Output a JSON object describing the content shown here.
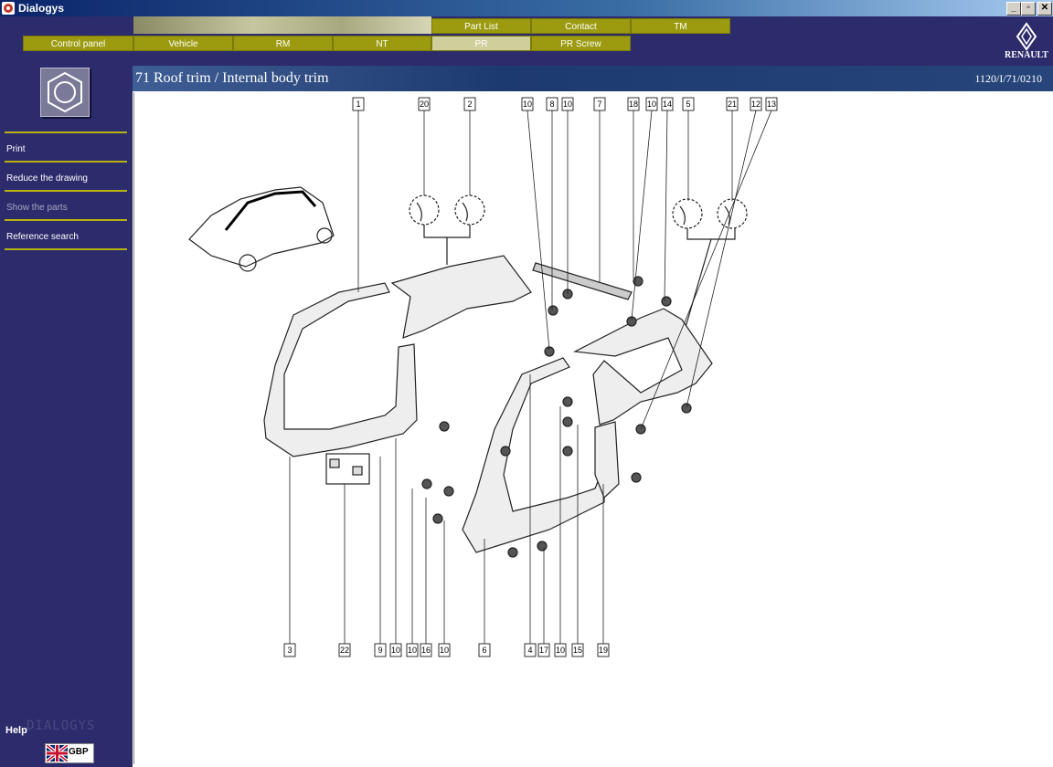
{
  "window": {
    "title": "Dialogys",
    "buttons": {
      "minimize": "_",
      "maximize": "▫",
      "close": "✕"
    }
  },
  "top_tabs": [
    {
      "label": "Part List"
    },
    {
      "label": "Contact"
    },
    {
      "label": "TM"
    }
  ],
  "main_tabs": [
    {
      "label": "Control panel"
    },
    {
      "label": "Vehicle"
    },
    {
      "label": "RM"
    },
    {
      "label": "NT"
    },
    {
      "label": "PR",
      "active": true
    },
    {
      "label": "PR Screw"
    }
  ],
  "brand": {
    "name": "RENAULT",
    "color": "#9c9b10"
  },
  "sidebar": {
    "menu": [
      {
        "label": "Print",
        "enabled": true
      },
      {
        "label": "Reduce the drawing",
        "enabled": true
      },
      {
        "label": "Show the parts",
        "enabled": false
      },
      {
        "label": "Reference search",
        "enabled": true
      }
    ],
    "help_label": "Help",
    "watermark": "DIALOGYS",
    "currency": "GBP",
    "flag_icon": "uk-flag-icon"
  },
  "page": {
    "title": "71 Roof trim / Internal body trim",
    "reference": "1120/I/71/0210"
  },
  "callouts": {
    "top": [
      "1",
      "20",
      "2",
      "10",
      "8",
      "10",
      "7",
      "18",
      "10",
      "14",
      "5",
      "21",
      "12",
      "13"
    ],
    "bottom": [
      "3",
      "22",
      "9",
      "10",
      "10",
      "16",
      "10",
      "6",
      "4",
      "17",
      "10",
      "15",
      "19"
    ]
  }
}
